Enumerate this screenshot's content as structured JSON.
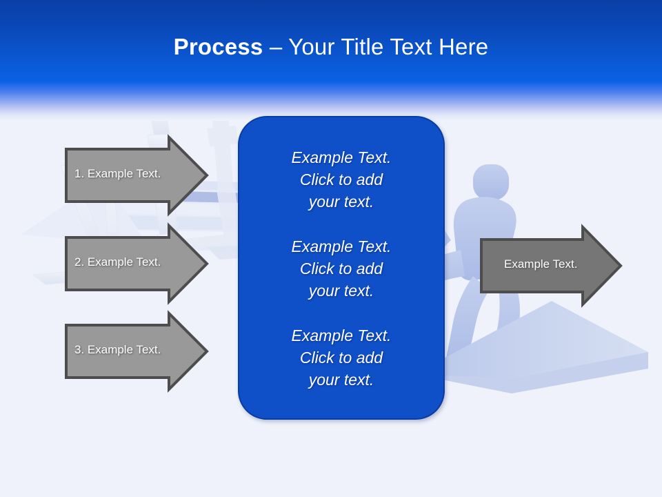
{
  "slide": {
    "title": {
      "bold_part": "Process",
      "regular_part": " – Your Title Text Here"
    },
    "colors": {
      "header_top": "#0a3fa6",
      "header_mid": "#0b61e4",
      "background": "#eff2fa",
      "panel_fill": "#0f4fc8",
      "panel_border": "#0a3da0",
      "arrow_fill": "#999999",
      "arrow_border": "#4d4d4d",
      "artwork_tint": "#aabbe6"
    }
  },
  "left_arrows": [
    {
      "label": "1. Example Text."
    },
    {
      "label": "2. Example Text."
    },
    {
      "label": "3. Example Text."
    }
  ],
  "right_arrow": {
    "label": "Example Text."
  },
  "center_panel": {
    "blocks": [
      {
        "line1": "Example Text.",
        "line2": "Click  to add",
        "line3": "your text."
      },
      {
        "line1": "Example Text.",
        "line2": "Click  to add",
        "line3": "your text."
      },
      {
        "line1": "Example Text.",
        "line2": "Click  to add",
        "line3": "your text."
      }
    ]
  },
  "artwork": {
    "left_scene": "hurdles-track-perspective",
    "right_scene": "runner-pushing-up-ramp"
  }
}
